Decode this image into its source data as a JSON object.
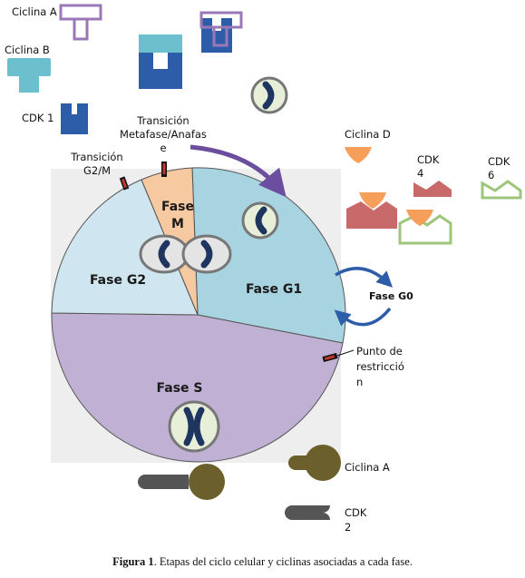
{
  "labels": {
    "ciclina_a_top": "Ciclina A",
    "ciclina_b": "Ciclina B",
    "cdk1": "CDK 1",
    "transicion_meta_1": "Transición",
    "transicion_meta_2": "Metafase/Anafas",
    "transicion_meta_3": "e",
    "transicion_g2m_1": "Transición",
    "transicion_g2m_2": "G2/M",
    "ciclina_d": "Ciclina  D",
    "cdk4_1": "CDK",
    "cdk4_2": "4",
    "cdk6_1": "CDK",
    "cdk6_2": "6",
    "punto_1": "Punto de",
    "punto_2": "restricció",
    "punto_3": "n",
    "ciclina_a_bottom": "Ciclina  A",
    "cdk2_1": "CDK",
    "cdk2_2": "2"
  },
  "phases": {
    "m_1": "Fase",
    "m_2": "M",
    "g1": "Fase G1",
    "g2": "Fase G2",
    "s": "Fase S",
    "g0": "Fase G0"
  },
  "caption": {
    "figure": "Figura 1",
    "text": ". Etapas del ciclo celular y ciclinas asociadas a cada fase."
  },
  "colors": {
    "g1": "#a8d3e0",
    "g2": "#cfe5ef",
    "m": "#f6c9a1",
    "s": "#c0b0d4",
    "cyclin_a_outline": "#9a78b6",
    "cyclin_b": "#6cbfcc",
    "cdk1": "#2d5ca8",
    "cyclin_d": "#f59f5a",
    "cdk4": "#c96a6a",
    "cdk6": "#9ec67a",
    "cyclin_a_bottom": "#6b5f2c",
    "cdk2": "#555555",
    "arrow_purple": "#6b4f9e",
    "arrow_blue": "#2d5ca8"
  }
}
